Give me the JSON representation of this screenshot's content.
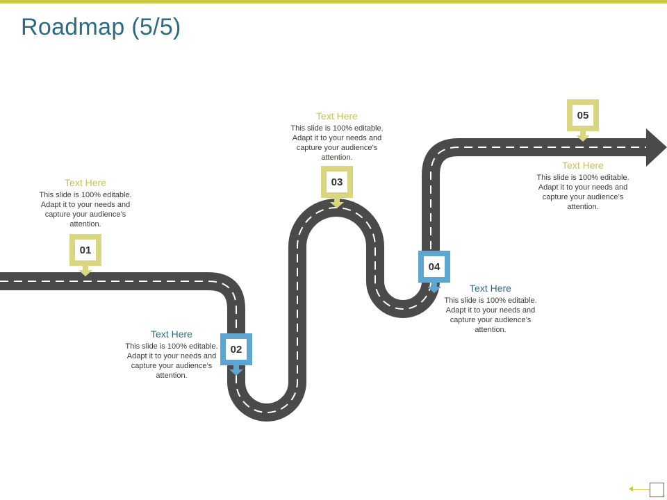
{
  "title": "Roadmap (5/5)",
  "colors": {
    "accent_green": "#d8d67f",
    "accent_blue": "#5ea6cf",
    "road": "#4a4a4a",
    "title": "#2e6b80"
  },
  "markers": [
    {
      "num": "01"
    },
    {
      "num": "02"
    },
    {
      "num": "03"
    },
    {
      "num": "04"
    },
    {
      "num": "05"
    }
  ],
  "steps": [
    {
      "heading": "Text Here",
      "body": "This slide is 100% editable. Adapt it to your needs and capture your audience’s attention."
    },
    {
      "heading": "Text Here",
      "body": "This slide is 100% editable. Adapt it to your needs and capture your audience’s attention."
    },
    {
      "heading": "Text Here",
      "body": "This slide is 100% editable. Adapt it to your needs and capture your audience’s attention."
    },
    {
      "heading": "Text Here",
      "body": "This slide is 100% editable. Adapt it to your needs and capture your audience’s attention."
    },
    {
      "heading": "Text Here",
      "body": "This slide is 100% editable. Adapt it to your needs and capture your audience’s attention."
    }
  ],
  "nav": {
    "icon": "back-arrow-icon"
  }
}
